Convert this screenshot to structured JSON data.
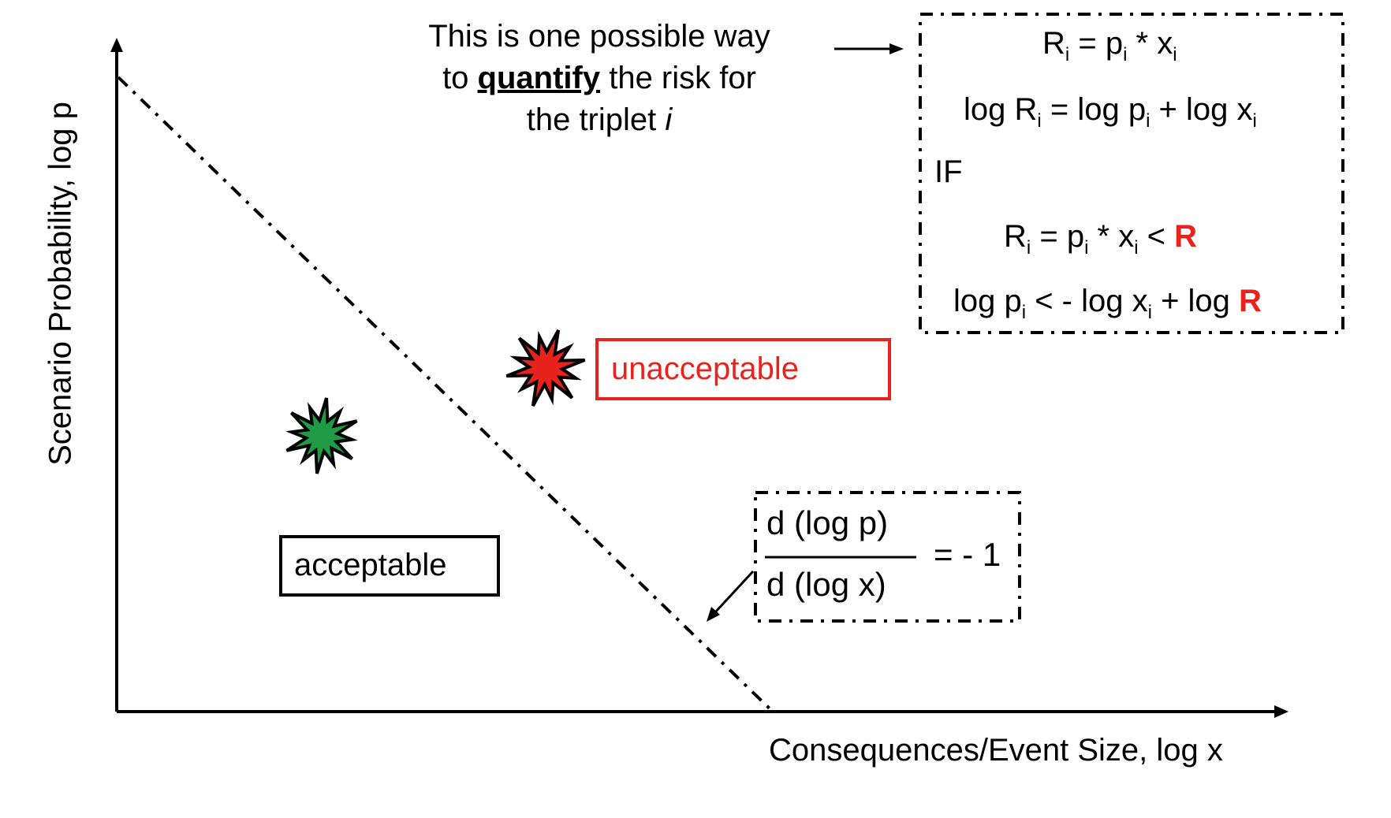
{
  "axes": {
    "y_label": "Scenario Probability, log p",
    "x_label": "Consequences/Event Size, log x"
  },
  "note": {
    "line1": "This is one possible way",
    "line2_pre": "to ",
    "line2_bold": "quantify",
    "line2_post": " the risk for",
    "line3_pre": "the triplet ",
    "line3_italic": "i"
  },
  "formula_box": {
    "line1_a": "R",
    "line1_b": " = p",
    "line1_c": " * x",
    "line2_a": "log R",
    "line2_b": " = log p",
    "line2_c": " + log x",
    "line3": "IF",
    "line4_a": "R",
    "line4_b": " = p",
    "line4_c": " * x",
    "line4_d": " < ",
    "line4_red": "R",
    "line5_a": "log p",
    "line5_b": " < - log x",
    "line5_c": " + log ",
    "line5_red": "R",
    "subscript": "i"
  },
  "slope_box": {
    "numerator": "d (log p)",
    "denominator": "d (log x)",
    "rhs": "= - 1"
  },
  "regions": {
    "acceptable": "acceptable",
    "unacceptable": "unacceptable"
  },
  "colors": {
    "unacceptable": "#e8231d",
    "acceptable_marker": "#1f9a45",
    "unacceptable_marker": "#e8231d",
    "line": "#000000"
  }
}
